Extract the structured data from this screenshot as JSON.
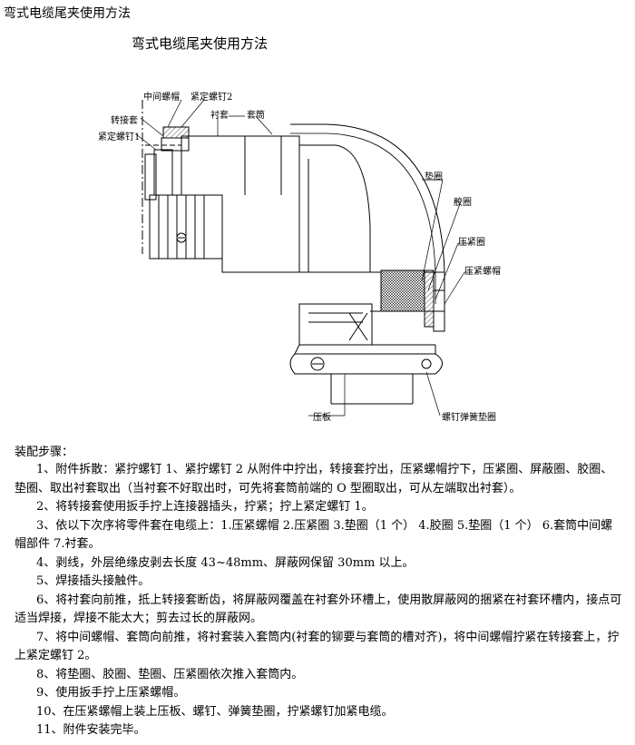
{
  "header": {
    "doc_title": "弯式电缆尾夹使用方法"
  },
  "figure": {
    "title": "弯式电缆尾夹使用方法",
    "labels": {
      "middle_nut": "中间螺帽",
      "set_screw_2": "紧定螺钉2",
      "adapter_sleeve": "转接套",
      "set_screw_1": "紧定螺钉1",
      "liner": "衬套",
      "sleeve_tube": "套筒",
      "washer": "垫圈",
      "rubber_ring": "胶圈",
      "pressure_ring": "压紧圈",
      "pressure_nut": "压紧螺帽",
      "clamp_plate": "压板",
      "screw_spring_washer": "螺钉弹簧垫圈"
    }
  },
  "assembly": {
    "heading": "装配步骤：",
    "steps": [
      "1、附件拆散：紧拧螺钉 1、紧拧螺钉 2 从附件中拧出，转接套拧出，压紧螺帽拧下，压紧圈、屏蔽圈、胶圈、垫圈、取出衬套取出（当衬套不好取出时，可先将套筒前端的 O 型圈取出，可从左端取出衬套）。",
      "2、将转接套使用扳手拧上连接器插头，拧紧；拧上紧定螺钉 1。",
      "3、依以下次序将零件套在电缆上：1.压紧螺帽 2.压紧圈 3.垫圈（1 个） 4.胶圈 5.垫圈（1 个） 6.套筒中间螺帽部件 7.衬套。",
      "4、剥线，外层绝缘皮剥去长度 43~48mm、屏蔽网保留 30mm 以上。",
      "5、焊接插头接触件。",
      "6、将衬套向前推，抵上转接套断齿，将屏蔽网覆盖在衬套外环槽上，使用散屏蔽网的捆紧在衬套环槽内，接点可适当焊接，焊接不能太大；剪去过长的屏蔽网。",
      "7、将中间螺帽、套筒向前推，将衬套装入套筒内(衬套的铆要与套筒的槽对齐)，将中间螺帽拧紧在转接套上，拧上紧定螺钉 2。",
      "8、将垫圈、胶圈、垫圈、压紧圈依次推入套筒内。",
      "9、使用扳手拧上压紧螺帽。",
      "10、在压紧螺帽上装上压板、螺钉、弹簧垫圈，拧紧螺钉加紧电缆。",
      "11、附件安装完毕。"
    ]
  }
}
